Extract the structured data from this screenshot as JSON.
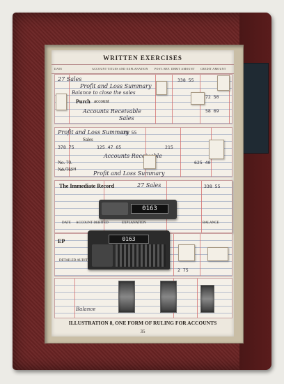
{
  "page": {
    "title": "WRITTEN EXERCISES",
    "caption": "ILLUSTRATION 8, ONE FORM OF RULING FOR ACCOUNTS",
    "page_number": "35"
  },
  "column_headers": {
    "date": "DATE",
    "account": "ACCOUNT TITLES AND EXPLANATION",
    "post_ref": "POST. REF.",
    "debit": "DEBIT AMOUNT",
    "credit": "CREDIT AMOUNT"
  },
  "handwriting": {
    "line1": "27 Sales",
    "line2": "Profit and Loss Summary",
    "line3": "Balance to close the sales",
    "line4": "Purch",
    "line5": "Profit and Loss Summary",
    "line6": "Accounts Receivable",
    "line7": "Sales",
    "line8": "Accounts Receivable",
    "line9": "Profit and Loss Summary",
    "line10": "27 Sales",
    "line11": "Balance"
  },
  "print": {
    "accounts_label": "account",
    "sales_label": "Sales",
    "no70": "No. 70.",
    "no71": "No. 71.",
    "cash_label": "A CASH",
    "immediate_record": "The Immediate Record",
    "account_debited": "ACCOUNT DEBITED",
    "explanation": "EXPLANATION",
    "balance": "BALANCE",
    "detailed_audit_strip": "DETAILED AUDIT STRIP",
    "ep": "EP",
    "date": "DATE"
  },
  "amounts": {
    "a1": "338 55",
    "a2": "72 50",
    "a3": "58 69",
    "a4": "338 55",
    "a5": "378 75",
    "a6": "125 47 65",
    "a7": "215",
    "a8": "625 40",
    "a9": "338 55",
    "a10": "2 75"
  },
  "register_display_top": "0163",
  "register_display_main": "0163",
  "colors": {
    "cover": "#6b2424",
    "spine_label": "#1f2a33",
    "paper": "#ede8de",
    "red_rule": "#d36a6a",
    "blue_rule": "#5a7ab0"
  }
}
